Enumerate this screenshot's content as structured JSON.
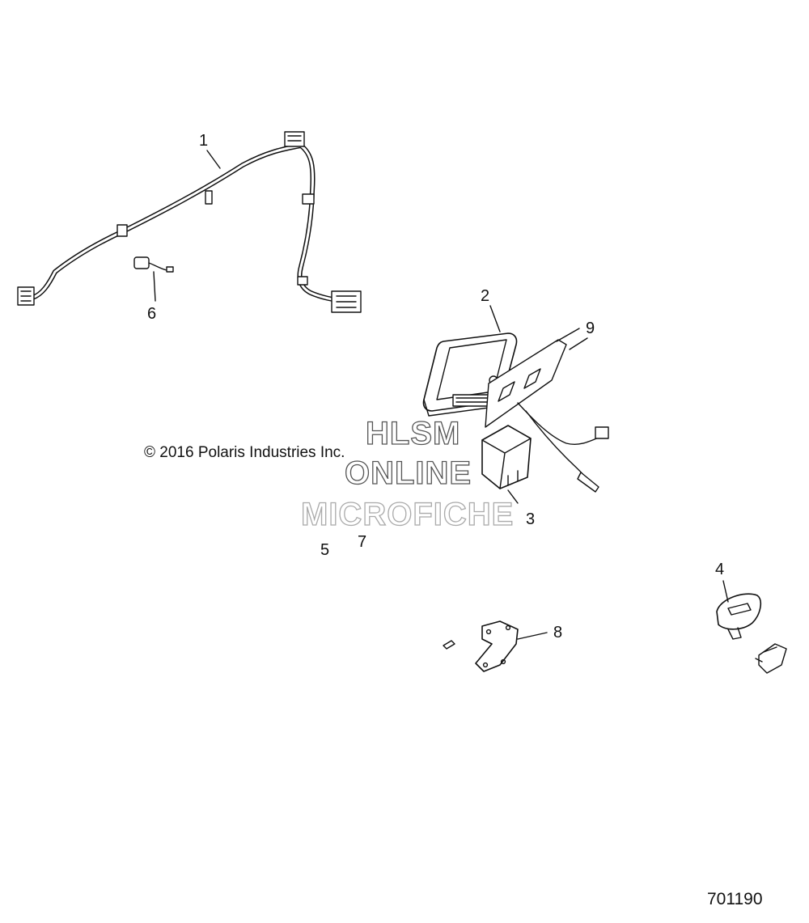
{
  "copyright": "© 2016 Polaris Industries Inc.",
  "drawing_number": "701190",
  "watermark": [
    "HLSM",
    "ONLINE",
    "MICROFICHE"
  ],
  "callouts": [
    "1",
    "2",
    "3",
    "4",
    "5",
    "6",
    "7",
    "8",
    "9"
  ],
  "line_color": "#111111"
}
